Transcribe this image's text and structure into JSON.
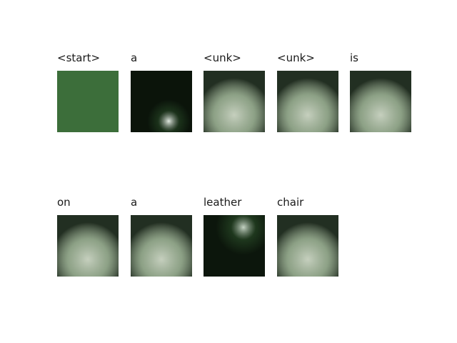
{
  "tokens": [
    {
      "word": "<start>",
      "overlay": "none"
    },
    {
      "word": "a",
      "overlay": "dark"
    },
    {
      "word": "<unk>",
      "overlay": "soft"
    },
    {
      "word": "<unk>",
      "overlay": "soft"
    },
    {
      "word": "is",
      "overlay": "soft"
    },
    {
      "word": "on",
      "overlay": "soft"
    },
    {
      "word": "a",
      "overlay": "soft"
    },
    {
      "word": "leather",
      "overlay": "dark2"
    },
    {
      "word": "chair",
      "overlay": "soft"
    }
  ]
}
